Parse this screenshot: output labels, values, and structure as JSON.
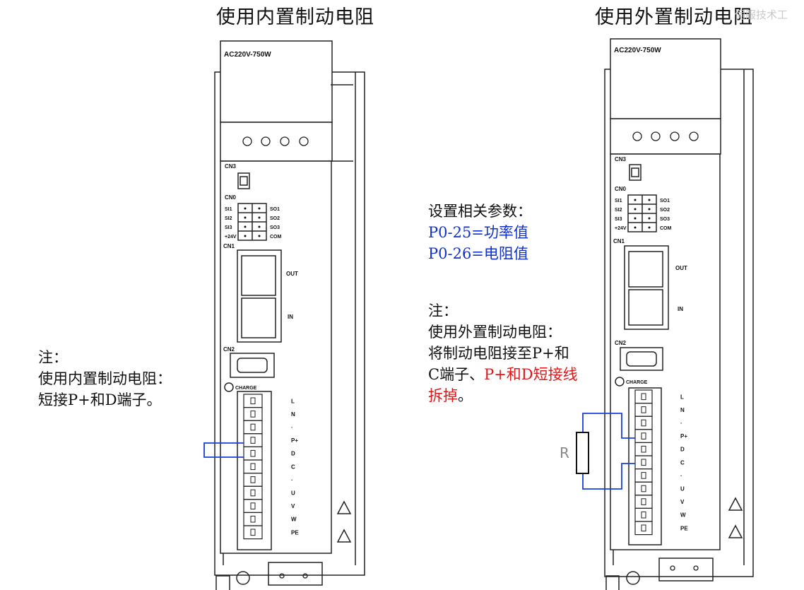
{
  "titles": {
    "left": "使用内置制动电阻",
    "right": "使用外置制动电阻"
  },
  "watermark": "伺服技术工",
  "drive": {
    "model": "AC220V-750W",
    "cn3": "CN3",
    "cn0": "CN0",
    "cn0_left": [
      "SI1",
      "SI2",
      "SI3",
      "+24V"
    ],
    "cn0_right": [
      "SO1",
      "SO2",
      "SO3",
      "COM"
    ],
    "cn1": "CN1",
    "out": "OUT",
    "in": "IN",
    "cn2": "CN2",
    "charge": "CHARGE",
    "terminals": [
      "L",
      "N",
      "·",
      "P+",
      "D",
      "C",
      "·",
      "U",
      "V",
      "W",
      "PE"
    ]
  },
  "left_note": {
    "label": "注：",
    "line1": "使用内置制动电阻：",
    "line2": "短接P+和D端子。"
  },
  "right_params": {
    "label": "设置相关参数：",
    "p1": "P0-25=功率值",
    "p2": "P0-26=电阻值"
  },
  "right_note": {
    "label": "注：",
    "line1": "使用外置制动电阻：",
    "line2": "将制动电阻接至P+和",
    "line3_black": "C端子、",
    "line3_red": "P+和D短接线",
    "line4_red": "拆掉",
    "line4_black": "。"
  },
  "resistor_label": "R",
  "colors": {
    "link": "#1a3fd6",
    "red_text": "#e01818",
    "blue_text": "#1030d0"
  }
}
